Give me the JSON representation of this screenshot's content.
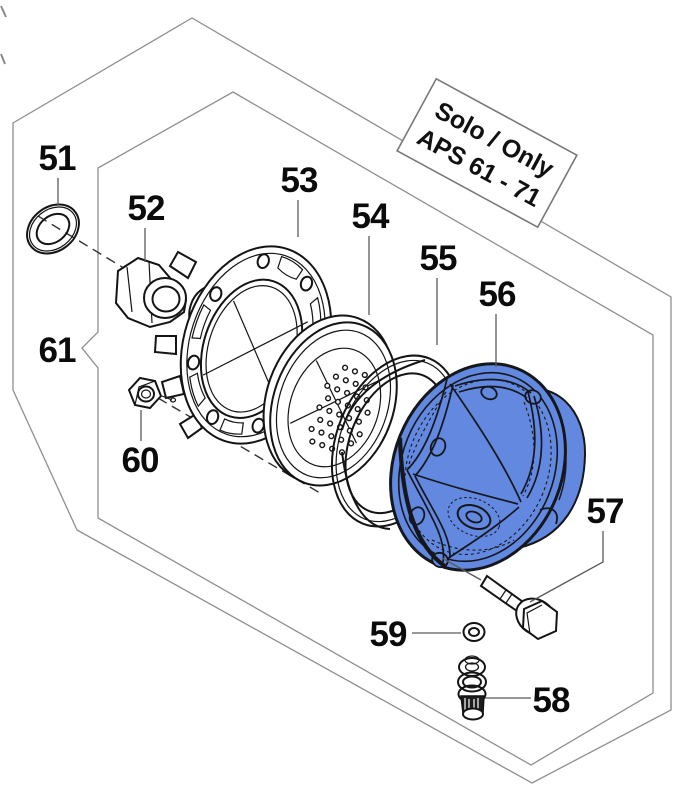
{
  "note_box": {
    "line1": "Solo / Only",
    "line2": "APS 61 - 71"
  },
  "colors": {
    "highlight": "#6388DF",
    "line": "#141414",
    "frame": "#8f8f8f"
  },
  "part_labels": {
    "p51": "51",
    "p52": "52",
    "p53": "53",
    "p54": "54",
    "p55": "55",
    "p56": "56",
    "p57": "57",
    "p58": "58",
    "p59": "59",
    "p60": "60",
    "p61": "61"
  }
}
